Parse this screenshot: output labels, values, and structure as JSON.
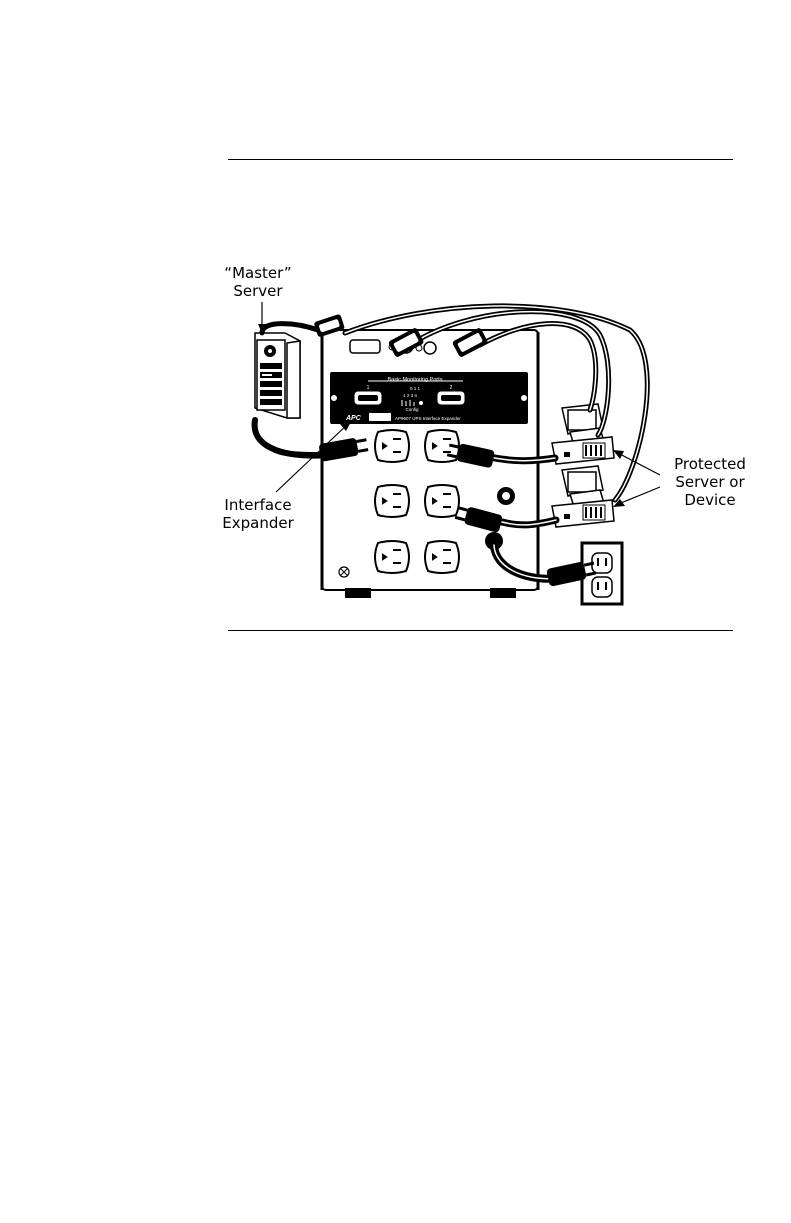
{
  "labels": {
    "master_line1": "“Master”",
    "master_line2": "Server",
    "interface_line1": "Interface",
    "interface_line2": "Expander",
    "protected_line1": "Protected",
    "protected_line2": "Server or",
    "protected_line3": "Device"
  },
  "card": {
    "title": "Basic Monitoring Ports",
    "port1": "1",
    "port2": "2",
    "switch_numbers": "1 2 3 4",
    "switch_onoff": "0 1 1",
    "config": "Config",
    "brand": "APC",
    "model": "AP9607 UPS Interface Expander"
  }
}
